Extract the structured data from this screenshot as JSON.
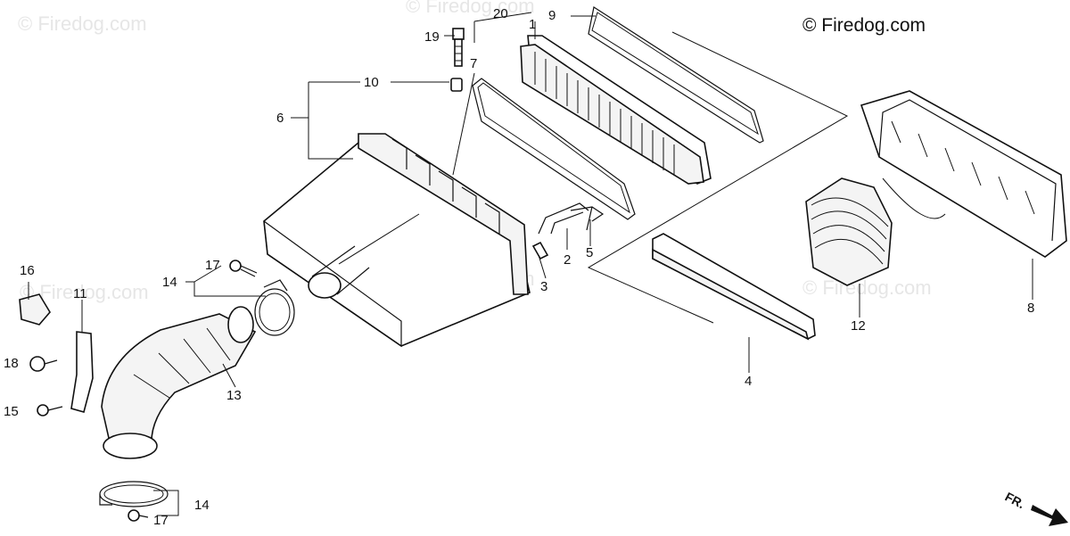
{
  "copyright": "© Firedog.com",
  "watermark": "© Firedog.com",
  "direction_label": "FR.",
  "callouts": {
    "c1": "1",
    "c2": "2",
    "c3": "3",
    "c4": "4",
    "c5": "5",
    "c6": "6",
    "c7": "7",
    "c8": "8",
    "c9": "9",
    "c10": "10",
    "c11": "11",
    "c12": "12",
    "c13": "13",
    "c14a": "14",
    "c14b": "14",
    "c15": "15",
    "c16": "16",
    "c17a": "17",
    "c17b": "17",
    "c18": "18",
    "c19": "19",
    "c20": "20"
  }
}
